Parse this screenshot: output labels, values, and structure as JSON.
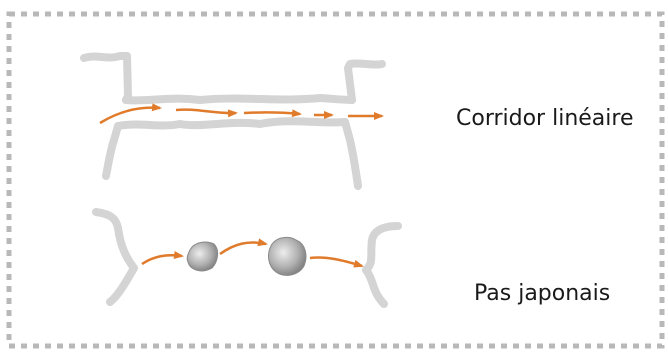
{
  "labels": {
    "corridor": "Corridor linéaire",
    "pas_japonais": "Pas japonais"
  },
  "colors": {
    "habitat_fill": "#d9d9d9",
    "habitat_stroke": "#8c8c8c",
    "arrow": "#e07b2c",
    "frame_dash": "#b8b8b8",
    "patch_dark": "#8a8a8a",
    "patch_light": "#e6e6e6"
  },
  "icons": {
    "corridor": "linear-corridor-diagram",
    "stepping_stones": "stepping-stone-patches"
  }
}
